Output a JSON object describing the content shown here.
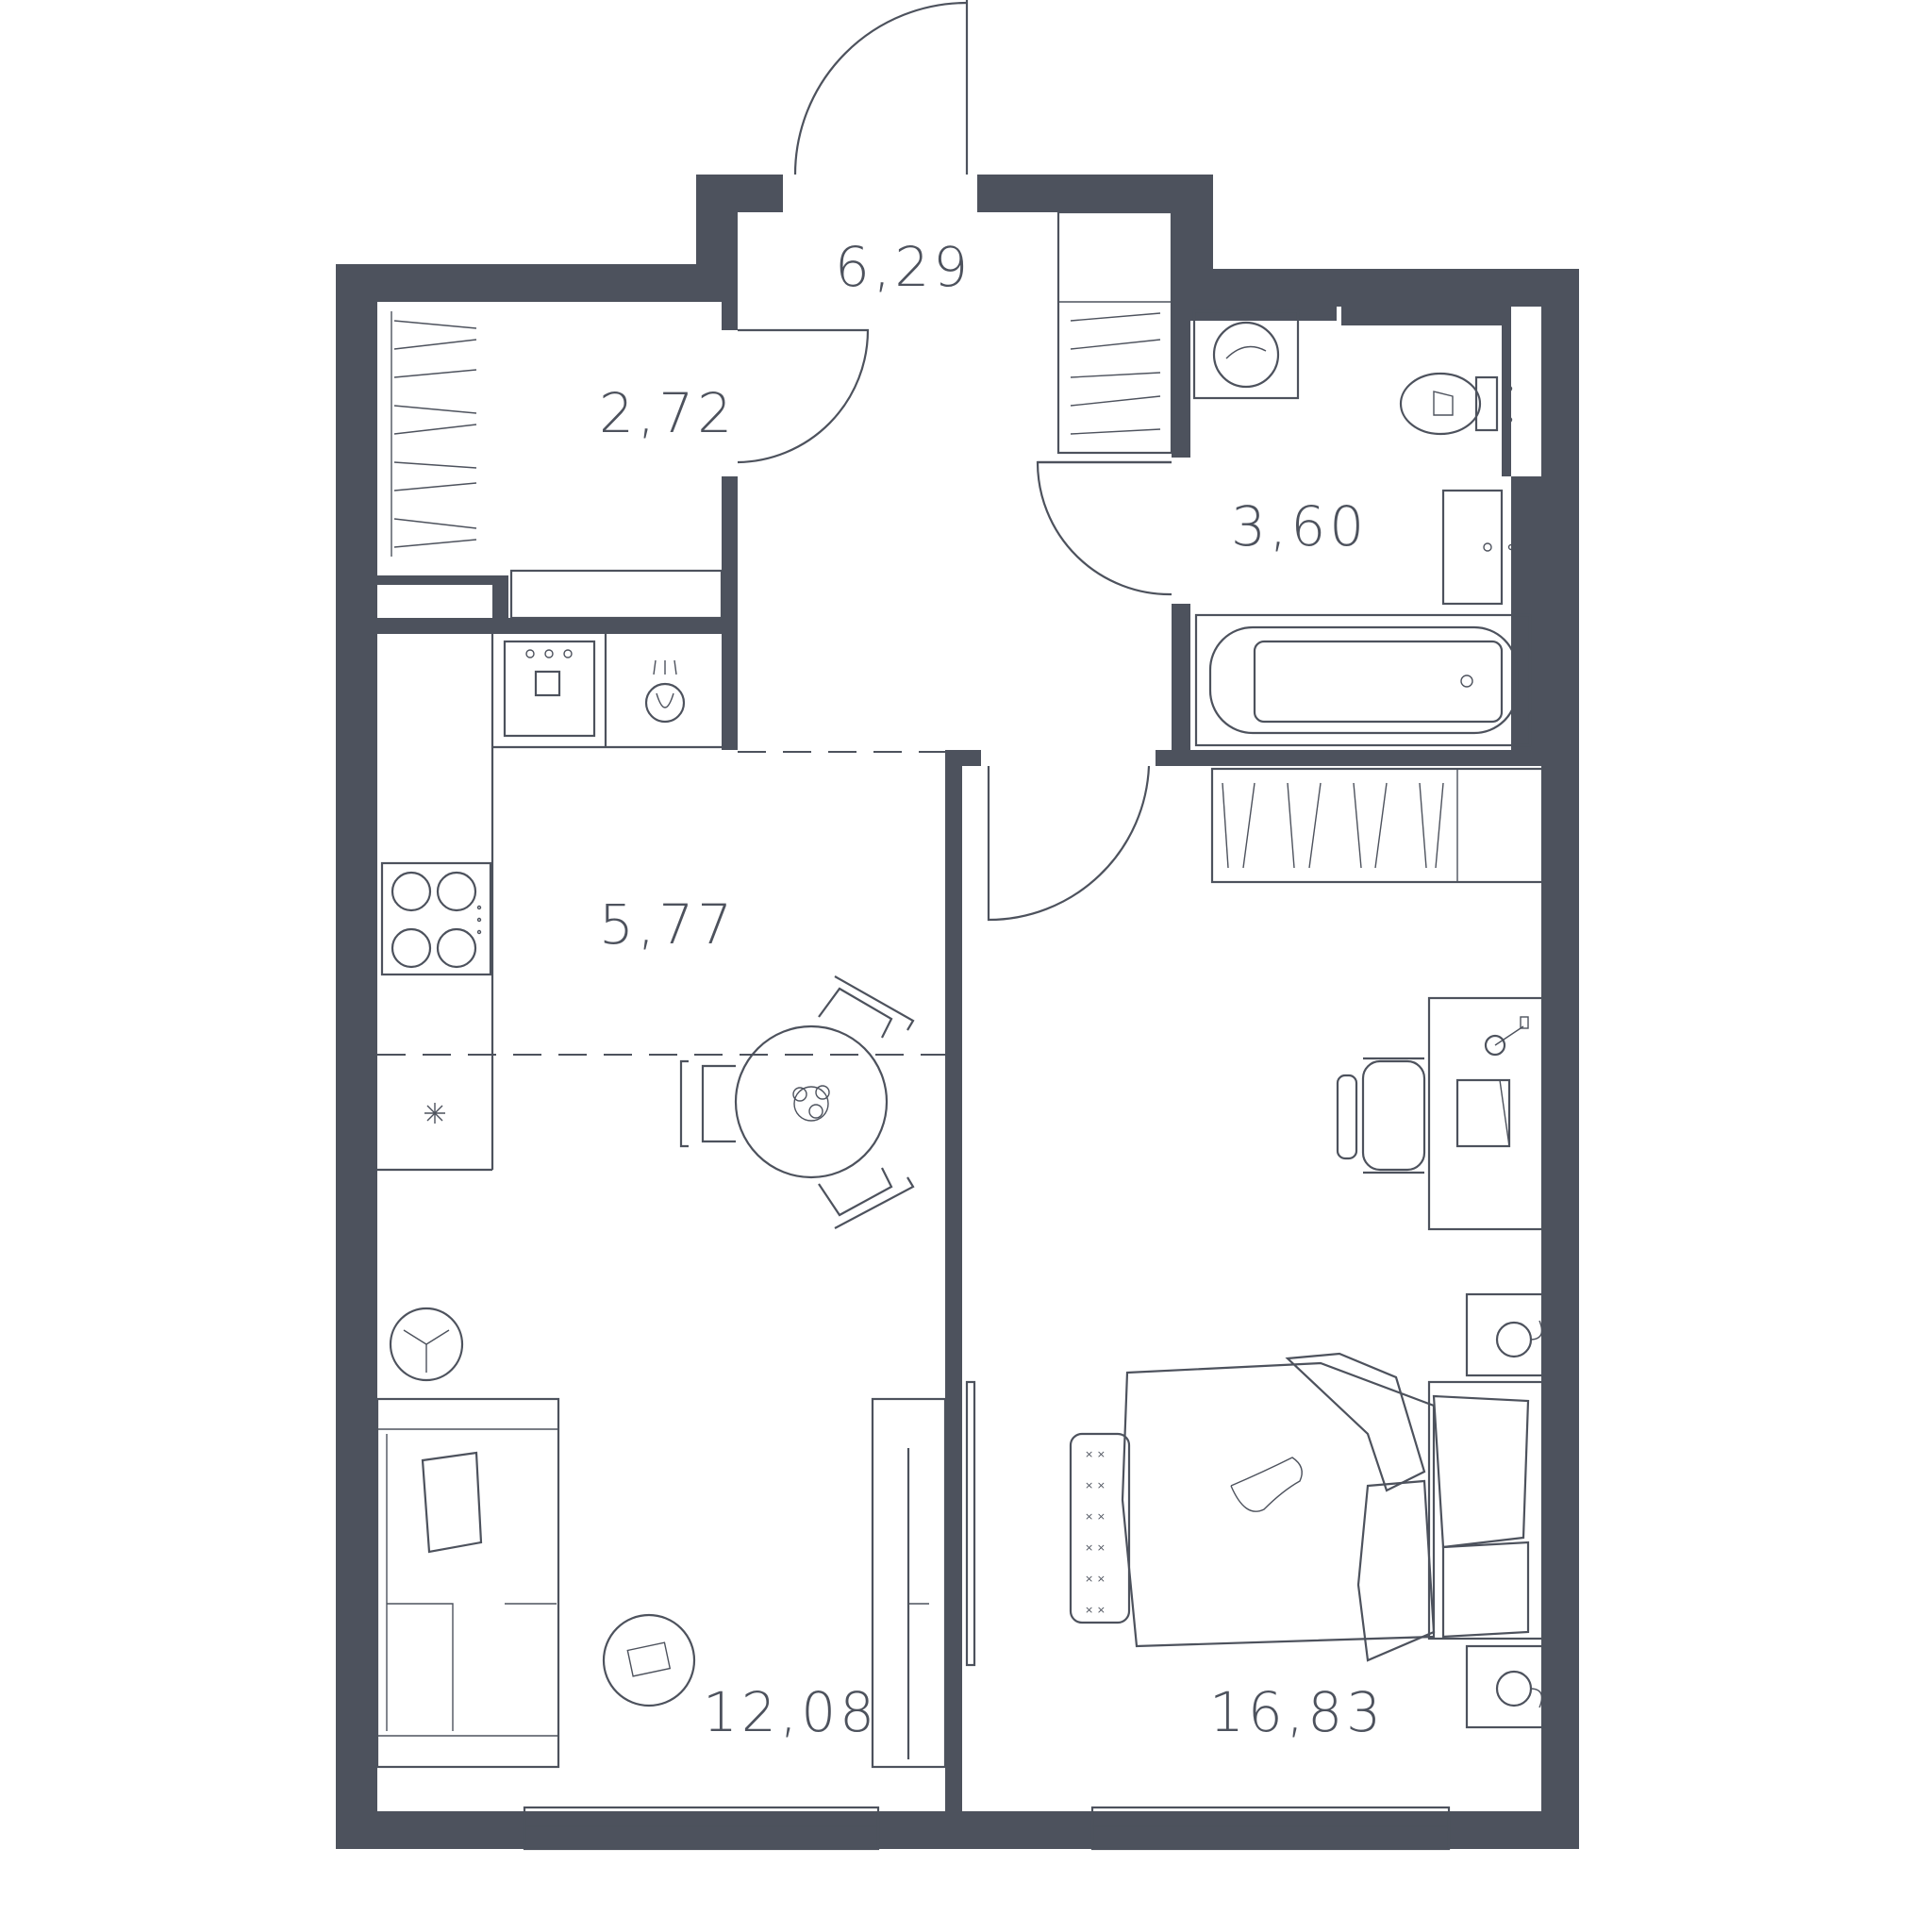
{
  "colors": {
    "wall": "#4d525d",
    "background": "#ffffff"
  },
  "rooms": [
    {
      "id": "hall",
      "area": "6,29"
    },
    {
      "id": "wardrobe",
      "area": "2,72"
    },
    {
      "id": "bathroom",
      "area": "3,60"
    },
    {
      "id": "kitchen",
      "area": "5,77"
    },
    {
      "id": "living-room",
      "area": "12,08"
    },
    {
      "id": "bedroom",
      "area": "16,83"
    }
  ],
  "icons": [
    "door-swing-icon",
    "wardrobe-shelf-icon",
    "washing-machine-icon",
    "toilet-icon",
    "sink-icon",
    "bathtub-icon",
    "stove-icon",
    "kitchen-sink-icon",
    "dining-table-icon",
    "chair-icon",
    "plant-icon",
    "sofa-icon",
    "rug-icon",
    "tv-icon",
    "desk-icon",
    "office-chair-icon",
    "bed-icon",
    "nightstand-icon",
    "bench-icon"
  ]
}
